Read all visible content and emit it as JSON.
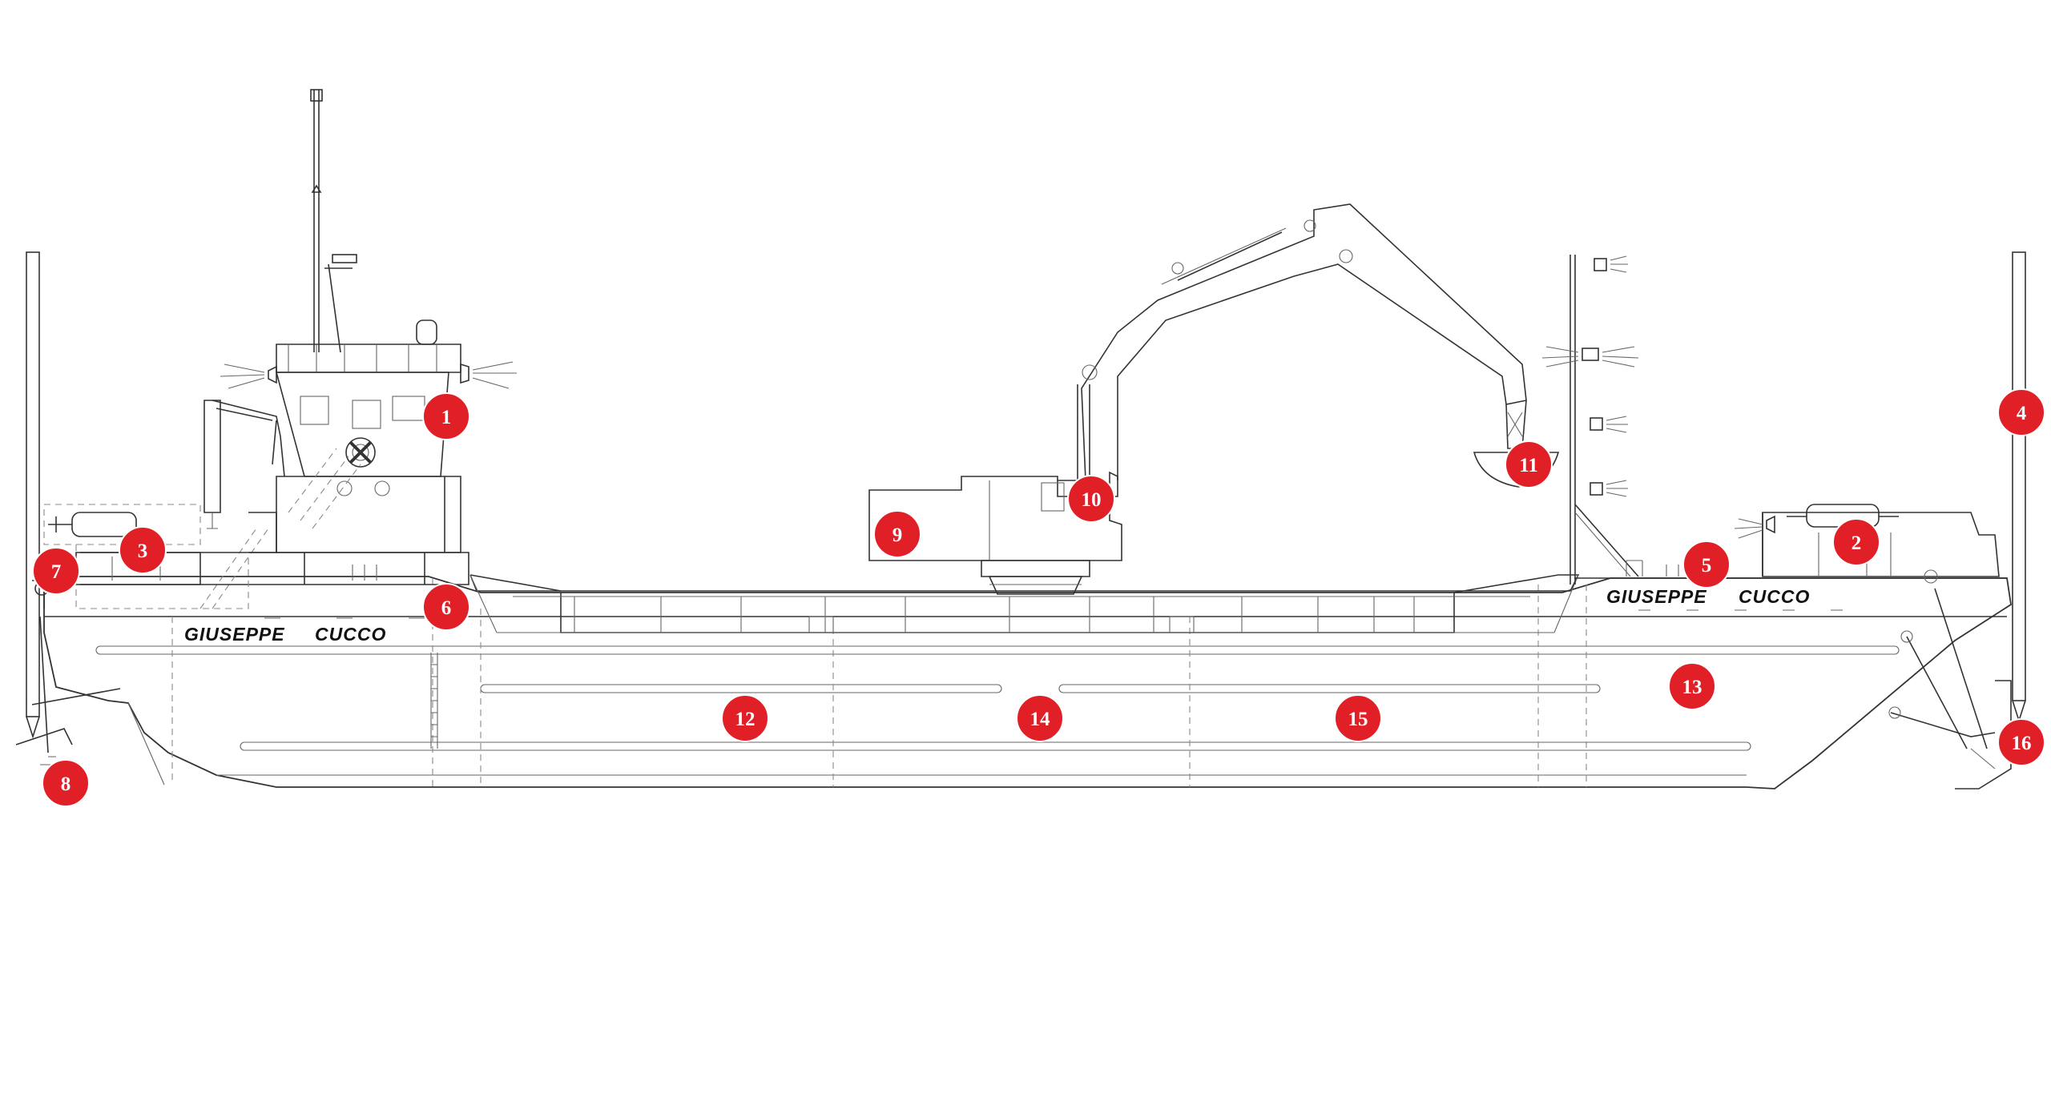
{
  "ship_name_parts": [
    "GIUSEPPE",
    "CUCCO"
  ],
  "marker_color": "#e01f26",
  "markers": [
    {
      "id": "1",
      "label": "1"
    },
    {
      "id": "2",
      "label": "2"
    },
    {
      "id": "3",
      "label": "3"
    },
    {
      "id": "4",
      "label": "4"
    },
    {
      "id": "5",
      "label": "5"
    },
    {
      "id": "6",
      "label": "6"
    },
    {
      "id": "7",
      "label": "7"
    },
    {
      "id": "8",
      "label": "8"
    },
    {
      "id": "9",
      "label": "9"
    },
    {
      "id": "10",
      "label": "10"
    },
    {
      "id": "11",
      "label": "11"
    },
    {
      "id": "12",
      "label": "12"
    },
    {
      "id": "13",
      "label": "13"
    },
    {
      "id": "14",
      "label": "14"
    },
    {
      "id": "15",
      "label": "15"
    },
    {
      "id": "16",
      "label": "16"
    }
  ]
}
